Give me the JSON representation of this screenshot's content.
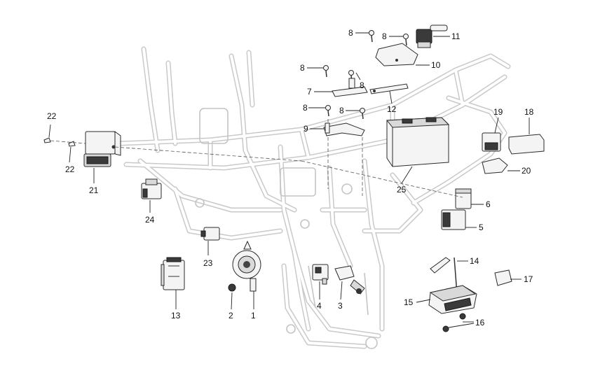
{
  "diagram": {
    "callouts": {
      "c1": "1",
      "c2": "2",
      "c3": "3",
      "c4": "4",
      "c5": "5",
      "c6": "6",
      "c7": "7",
      "c8a": "8",
      "c8b": "8",
      "c8c": "8",
      "c8d": "8",
      "c8e": "8",
      "c8f": "8",
      "c9": "9",
      "c10": "10",
      "c11": "11",
      "c12": "12",
      "c13": "13",
      "c14": "14",
      "c15": "15",
      "c16": "16",
      "c17": "17",
      "c18": "18",
      "c19": "19",
      "c20": "20",
      "c21": "21",
      "c22a": "22",
      "c22b": "22",
      "c23": "23",
      "c24": "24",
      "c25": "25"
    }
  }
}
